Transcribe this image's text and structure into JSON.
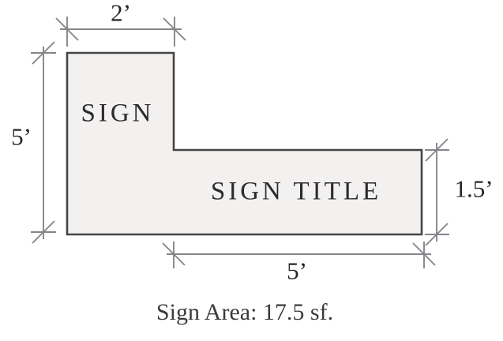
{
  "diagram": {
    "type": "dimensioned-sign-drawing",
    "shape_labels": {
      "sign": "SIGN",
      "sign_title": "SIGN TITLE"
    },
    "dimensions": {
      "top_width": "2’",
      "left_height": "5’",
      "right_height": "1.5’",
      "bottom_width": "5’"
    },
    "caption": "Sign Area: 17.5 sf.",
    "values": {
      "top_width_ft": 2,
      "left_height_ft": 5,
      "right_height_ft": 1.5,
      "bottom_width_ft": 5,
      "sign_area_sf": 17.5
    },
    "colors": {
      "shape_fill": "#f2f1f0",
      "shape_outline": "#454545",
      "dimension_line": "#85858a",
      "text": "#26262a"
    }
  }
}
